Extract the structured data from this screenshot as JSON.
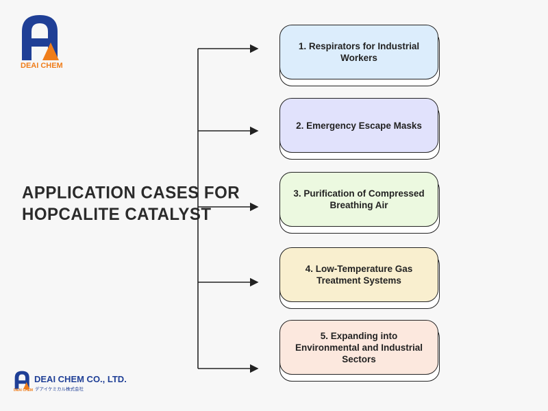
{
  "logo": {
    "brand_text": "DEAI CHEM",
    "primary_color": "#1f3f96",
    "accent_color": "#ef7d1a"
  },
  "heading": {
    "line1": "APPLICATION CASES FOR",
    "line2": "HOPCALITE CATALYST"
  },
  "cards": [
    {
      "label": "1. Respirators for Industrial Workers",
      "color": "#dcedfc"
    },
    {
      "label": "2. Emergency Escape Masks",
      "color": "#e1e2fc"
    },
    {
      "label": "3. Purification of Compressed Breathing Air",
      "color": "#ecf9e0"
    },
    {
      "label": "4. Low-Temperature Gas Treatment Systems",
      "color": "#f9efcf"
    },
    {
      "label": "5. Expanding into Environmental and Industrial Sectors",
      "color": "#fce8de"
    }
  ],
  "footer": {
    "company": "DEAI CHEM CO., LTD.",
    "company_jp": "デアイケミカル株式会社",
    "mini_brand": "DEAI CHEM"
  }
}
